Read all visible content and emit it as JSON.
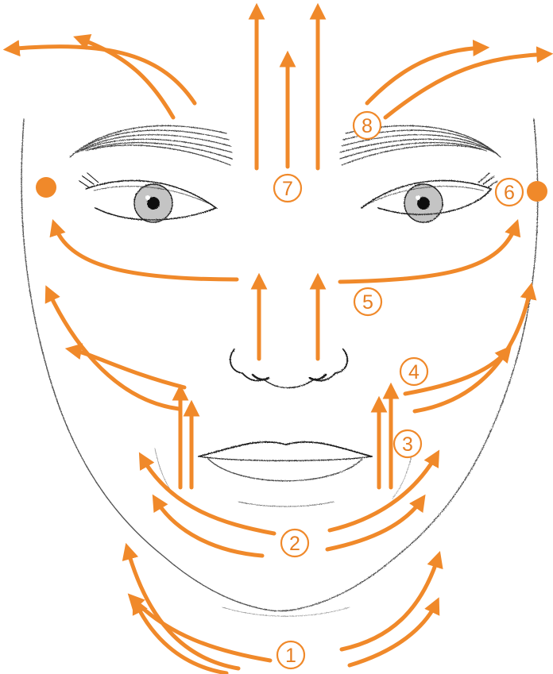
{
  "diagram": {
    "accent_color": "#f0892a",
    "sketch_color": "#1e1e1e",
    "steps": [
      {
        "id": "1",
        "label": "1"
      },
      {
        "id": "2",
        "label": "2"
      },
      {
        "id": "3",
        "label": "3"
      },
      {
        "id": "4",
        "label": "4"
      },
      {
        "id": "5",
        "label": "5"
      },
      {
        "id": "6",
        "label": "6"
      },
      {
        "id": "7",
        "label": "7"
      },
      {
        "id": "8",
        "label": "8"
      }
    ]
  }
}
